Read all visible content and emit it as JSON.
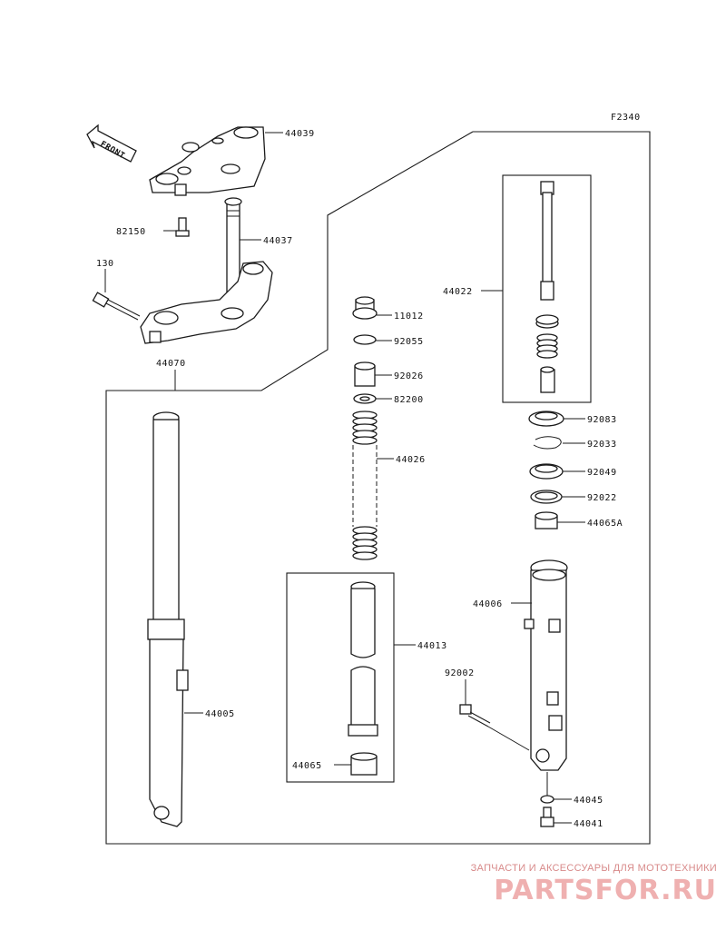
{
  "figure_code": "F2340",
  "front_label": "FRONT",
  "parts": {
    "p44039": "44039",
    "p82150": "82150",
    "p44037": "44037",
    "p130": "130",
    "p44070": "44070",
    "p44022": "44022",
    "p11012": "11012",
    "p92055": "92055",
    "p92026": "92026",
    "p82200": "82200",
    "p44026": "44026",
    "p92083": "92083",
    "p92033": "92033",
    "p92049": "92049",
    "p92022": "92022",
    "p44065A": "44065A",
    "p44006": "44006",
    "p44013": "44013",
    "p92002": "92002",
    "p44005": "44005",
    "p44065": "44065",
    "p44045": "44045",
    "p44041": "44041"
  },
  "watermark": {
    "subtitle": "ЗАПЧАСТИ И АКСЕССУАРЫ ДЛЯ МОТОТЕХНИКИ",
    "logo": "PARTSFOR.RU",
    "color": "#e27070"
  }
}
